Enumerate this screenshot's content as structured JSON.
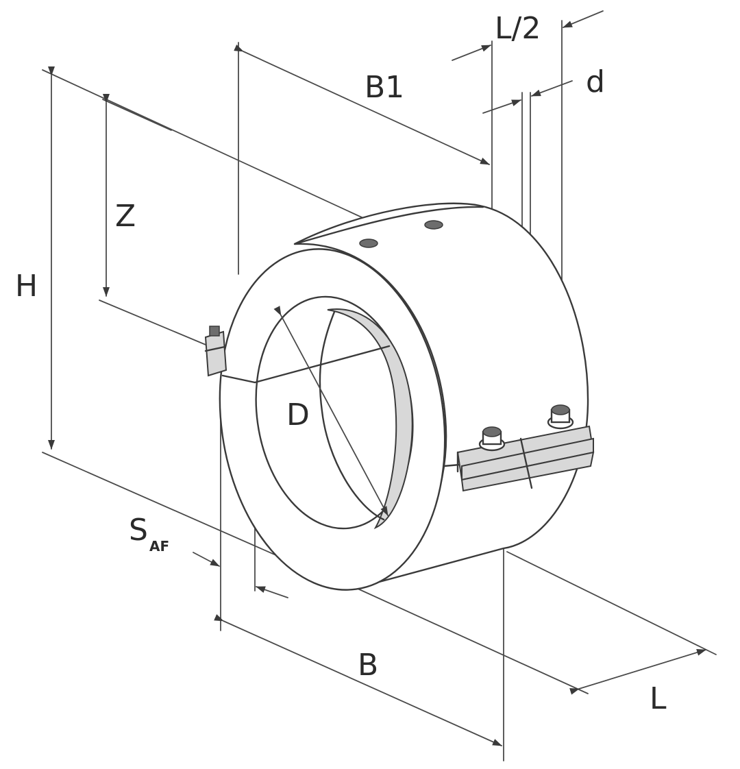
{
  "labels": {
    "H": "H",
    "Z": "Z",
    "B1": "B1",
    "L_half": "L/2",
    "d": "d",
    "D": "D",
    "S_main": "S",
    "S_sub": "AF",
    "B": "B",
    "L": "L"
  },
  "colors": {
    "line": "#3a3a3a",
    "shade": "#d8d8d8",
    "bolt": "#6d6d6d"
  }
}
